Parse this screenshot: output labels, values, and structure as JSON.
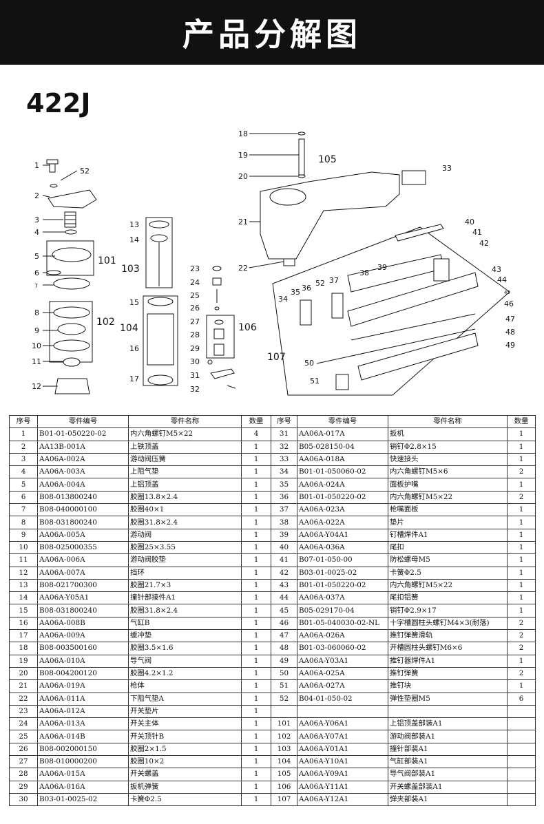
{
  "header": {
    "title": "产品分解图"
  },
  "model": "422J",
  "diagram": {
    "callouts": [
      "1",
      "52",
      "2",
      "3",
      "4",
      "5",
      "101",
      "6",
      "7",
      "8",
      "102",
      "9",
      "10",
      "11",
      "12",
      "13",
      "14",
      "103",
      "15",
      "104",
      "16",
      "17",
      "18",
      "19",
      "105",
      "20",
      "33",
      "21",
      "22",
      "23",
      "24",
      "25",
      "26",
      "27",
      "106",
      "28",
      "29",
      "30",
      "31",
      "32",
      "40",
      "41",
      "42",
      "39",
      "43",
      "44",
      "45",
      "46",
      "38",
      "52",
      "37",
      "36",
      "35",
      "34",
      "47",
      "48",
      "49",
      "107",
      "50",
      "51"
    ]
  },
  "table": {
    "headers": [
      "序号",
      "零件编号",
      "零件名称",
      "数量",
      "序号",
      "零件编号",
      "零件名称",
      "数量"
    ],
    "rows": [
      [
        "1",
        "B01-01-050220-02",
        "内六角螺钉M5×22",
        "4",
        "31",
        "AA06A-017A",
        "扳机",
        "1"
      ],
      [
        "2",
        "AA13B-001A",
        "上铁顶盖",
        "1",
        "32",
        "B05-028150-04",
        "销钉Φ2.8×15",
        "1"
      ],
      [
        "3",
        "AA06A-002A",
        "游动阀压簧",
        "1",
        "33",
        "AA06A-018A",
        "快速接头",
        "1"
      ],
      [
        "4",
        "AA06A-003A",
        "上阻气垫",
        "1",
        "34",
        "B01-01-050060-02",
        "内六角螺钉M5×6",
        "2"
      ],
      [
        "5",
        "AA06A-004A",
        "上铝顶盖",
        "1",
        "35",
        "AA06A-024A",
        "面板护嘴",
        "1"
      ],
      [
        "6",
        "B08-013800240",
        "胶圈13.8×2.4",
        "1",
        "36",
        "B01-01-050220-02",
        "内六角螺钉M5×22",
        "2"
      ],
      [
        "7",
        "B08-040000100",
        "胶圈40×1",
        "1",
        "37",
        "AA06A-023A",
        "枪嘴面板",
        "1"
      ],
      [
        "8",
        "B08-031800240",
        "胶圈31.8×2.4",
        "1",
        "38",
        "AA06A-022A",
        "垫片",
        "1"
      ],
      [
        "9",
        "AA06A-005A",
        "游动阀",
        "1",
        "39",
        "AA06A-Y04A1",
        "钉槽焊件A1",
        "1"
      ],
      [
        "10",
        "B08-025000355",
        "胶圈25×3.55",
        "1",
        "40",
        "AA06A-036A",
        "尾扣",
        "1"
      ],
      [
        "11",
        "AA06A-006A",
        "游动阀胶垫",
        "1",
        "41",
        "B07-01-050-00",
        "防松螺母M5",
        "1"
      ],
      [
        "12",
        "AA06A-007A",
        "挡环",
        "1",
        "42",
        "B03-01-0025-02",
        "卡簧Φ2.5",
        "1"
      ],
      [
        "13",
        "B08-021700300",
        "胶圈21.7×3",
        "1",
        "43",
        "B01-01-050220-02",
        "内六角螺钉M5×22",
        "1"
      ],
      [
        "14",
        "AA06A-Y05A1",
        "撞针部接件A1",
        "1",
        "44",
        "AA06A-037A",
        "尾扣铝簧",
        "1"
      ],
      [
        "15",
        "B08-031800240",
        "胶圈31.8×2.4",
        "1",
        "45",
        "B05-029170-04",
        "销钉Φ2.9×17",
        "1"
      ],
      [
        "16",
        "AA06A-008B",
        "气缸B",
        "1",
        "46",
        "B01-05-040030-02-NL",
        "十字槽圆柱头螺钉M4×3(耐落)",
        "2"
      ],
      [
        "17",
        "AA06A-009A",
        "缓冲垫",
        "1",
        "47",
        "AA06A-026A",
        "推钉弹簧滑轨",
        "2"
      ],
      [
        "18",
        "B08-003500160",
        "胶圈3.5×1.6",
        "1",
        "48",
        "B01-03-060060-02",
        "开槽圆柱头螺钉M6×6",
        "2"
      ],
      [
        "19",
        "AA06A-010A",
        "导气阀",
        "1",
        "49",
        "AA06A-Y03A1",
        "推钉器焊件A1",
        "1"
      ],
      [
        "20",
        "B08-004200120",
        "胶圈4.2×1.2",
        "1",
        "50",
        "AA06A-025A",
        "推钉弹簧",
        "2"
      ],
      [
        "21",
        "AA06A-019A",
        "枪体",
        "1",
        "51",
        "AA06A-027A",
        "推钉块",
        "1"
      ],
      [
        "22",
        "AA06A-011A",
        "下阻气垫A",
        "1",
        "52",
        "B04-01-050-02",
        "弹性垫圈M5",
        "6"
      ],
      [
        "23",
        "AA06A-012A",
        "开关垫片",
        "1",
        "",
        "",
        "",
        ""
      ],
      [
        "24",
        "AA06A-013A",
        "开关主体",
        "1",
        "101",
        "AA06A-Y06A1",
        "上铝顶盖部装A1",
        ""
      ],
      [
        "25",
        "AA06A-014B",
        "开关顶针B",
        "1",
        "102",
        "AA06A-Y07A1",
        "游动阀部装A1",
        ""
      ],
      [
        "26",
        "B08-002000150",
        "胶圈2×1.5",
        "1",
        "103",
        "AA06A-Y01A1",
        "撞针部装A1",
        ""
      ],
      [
        "27",
        "B08-010000200",
        "胶圈10×2",
        "1",
        "104",
        "AA06A-Y10A1",
        "气缸部装A1",
        ""
      ],
      [
        "28",
        "AA06A-015A",
        "开关螺盖",
        "1",
        "105",
        "AA06A-Y09A1",
        "导气阀部装A1",
        ""
      ],
      [
        "29",
        "AA06A-016A",
        "扳机弹簧",
        "1",
        "106",
        "AA06A-Y11A1",
        "开关螺盖部装A1",
        ""
      ],
      [
        "30",
        "B03-01-0025-02",
        "卡簧Φ2.5",
        "1",
        "107",
        "AA06A-Y12A1",
        "弹夹部装A1",
        ""
      ]
    ]
  }
}
